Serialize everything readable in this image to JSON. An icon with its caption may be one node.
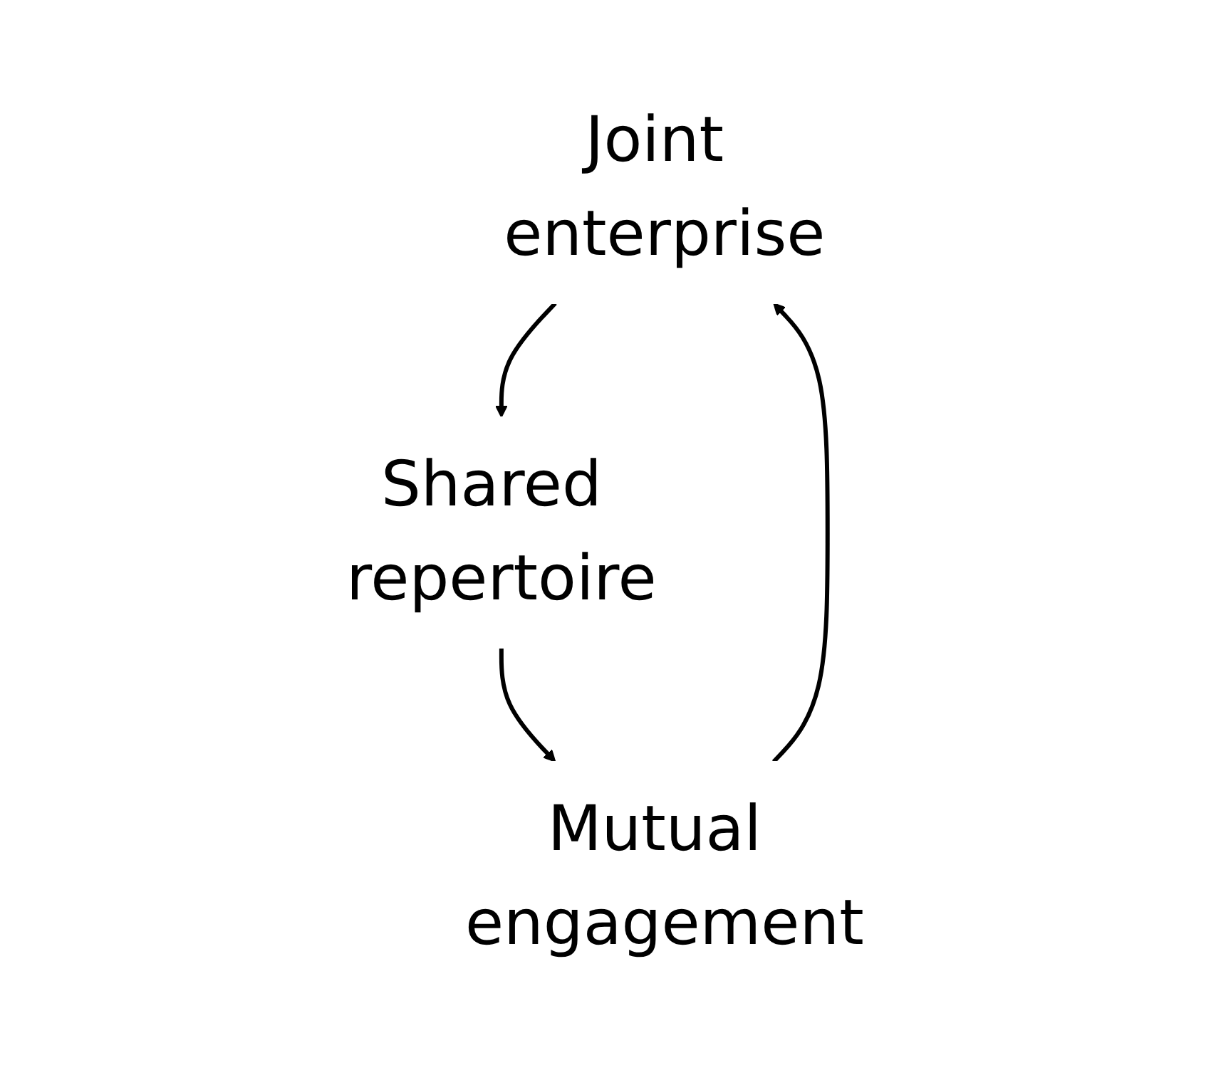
{
  "diagram": {
    "nodes": [
      {
        "text": [
          "Joint enterprise"
        ]
      },
      {
        "text": [
          "Shared repertoire"
        ]
      },
      {
        "text": [
          "Mutual engagement"
        ]
      }
    ],
    "edges": [
      {
        "from": 0,
        "to": 1,
        "arrow": "to"
      },
      {
        "from": 1,
        "to": 2,
        "arrow": "to"
      },
      {
        "from": 2,
        "to": 0,
        "arrow": "to"
      }
    ]
  }
}
